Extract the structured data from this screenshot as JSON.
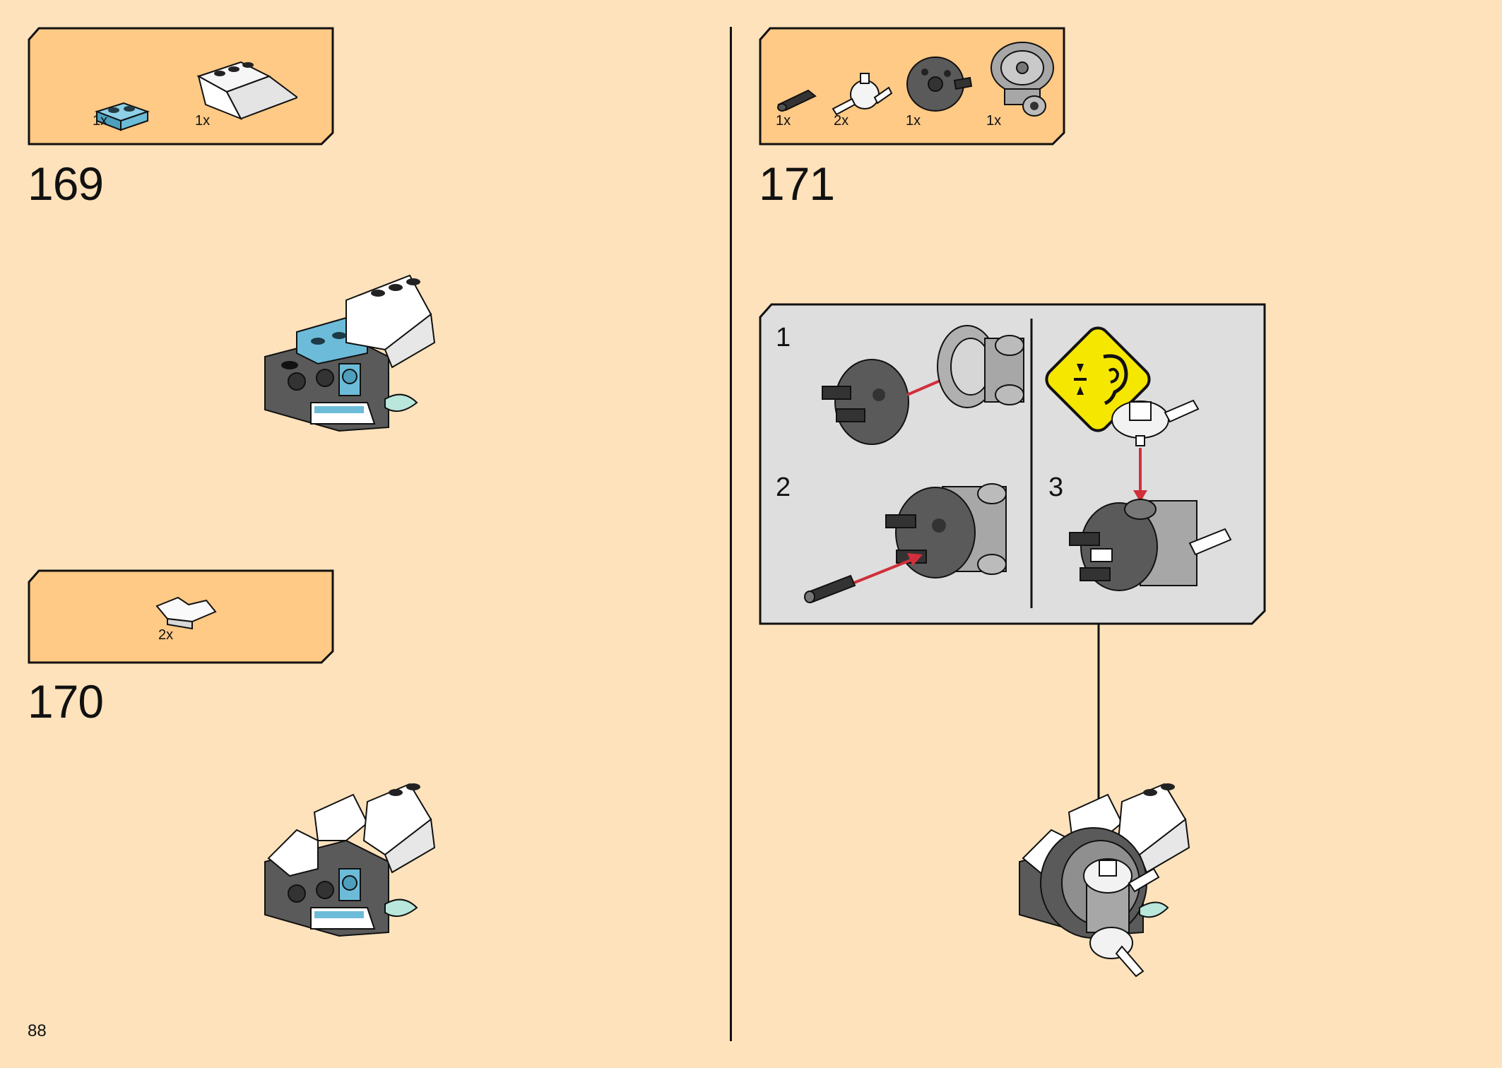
{
  "page": {
    "number": "88"
  },
  "colors": {
    "page_background": "#fee2bb",
    "parts_box_fill": "#ffc986",
    "substep_panel_fill": "#dedede",
    "outline": "#111111",
    "assembly_arrow": "#d12f3b",
    "warning_yellow": "#f6e700",
    "brick_blue": "#6cbcd9",
    "brick_white": "#ffffff",
    "brick_dark_grey": "#5a5a5a",
    "brick_light_grey": "#a7a7a7",
    "trans_light_blue": "#b9e7dc"
  },
  "steps": [
    {
      "number": "169",
      "parts": [
        {
          "icon": "blue-plate-1x2-icon",
          "qty": "1x"
        },
        {
          "icon": "white-slope-brick-1x3-icon",
          "qty": "1x"
        }
      ]
    },
    {
      "number": "170",
      "parts": [
        {
          "icon": "white-tile-curved-icon",
          "qty": "2x"
        }
      ]
    },
    {
      "number": "171",
      "parts": [
        {
          "icon": "black-axle-pin-icon",
          "qty": "1x"
        },
        {
          "icon": "white-steering-knuckle-icon",
          "qty": "2x"
        },
        {
          "icon": "dark-grey-wheel-hub-icon",
          "qty": "1x"
        },
        {
          "icon": "light-grey-turntable-icon",
          "qty": "1x"
        }
      ],
      "substeps": [
        "1",
        "2",
        "3"
      ],
      "warning_icon": "click-sound-warning-icon"
    }
  ]
}
